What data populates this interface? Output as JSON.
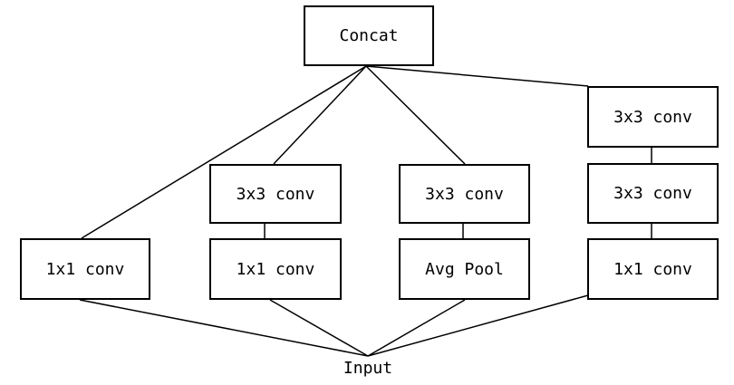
{
  "diagram": {
    "top": {
      "label": "Concat"
    },
    "bottom": {
      "label": "Input"
    },
    "branches": [
      {
        "layers": [
          "1x1 conv"
        ]
      },
      {
        "layers": [
          "3x3 conv",
          "1x1 conv"
        ]
      },
      {
        "layers": [
          "3x3 conv",
          "Avg Pool"
        ]
      },
      {
        "layers": [
          "3x3 conv",
          "3x3 conv",
          "1x1 conv"
        ]
      }
    ]
  }
}
